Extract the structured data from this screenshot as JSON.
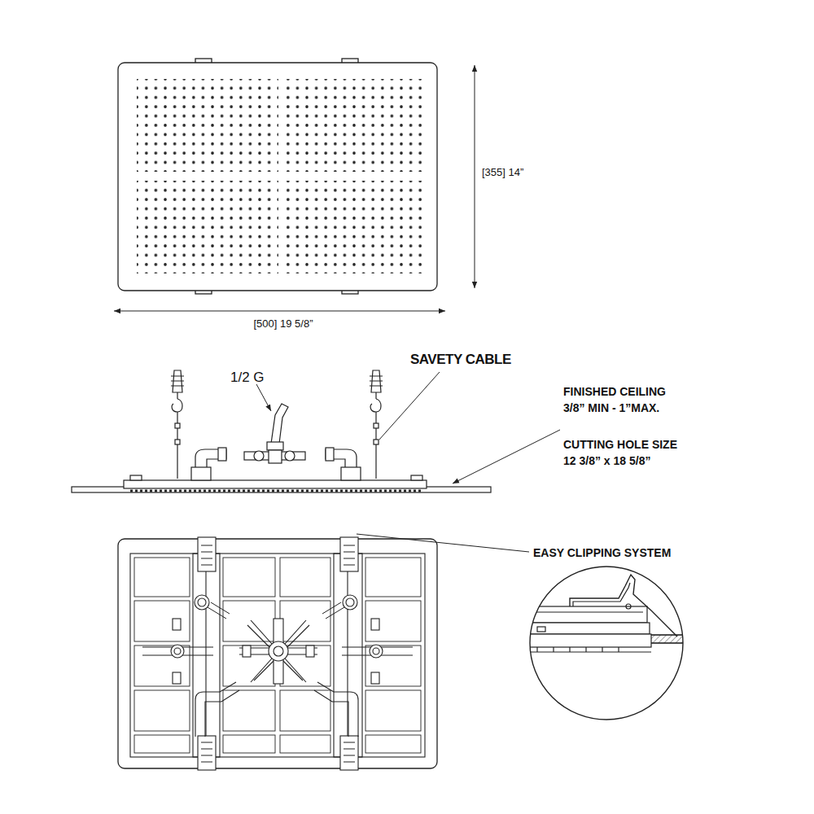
{
  "diagram": {
    "labels": [
      "[355] 14”",
      "[500] 19 5/8”",
      "1/2 G",
      "SAVETY CABLE",
      "FINISHED CEILING 3/8” MIN - 1”MAX.",
      "CUTTING HOLE SIZE 12 3/8” x 18 5/8”",
      "EASY CLIPPING SYSTEM"
    ]
  }
}
